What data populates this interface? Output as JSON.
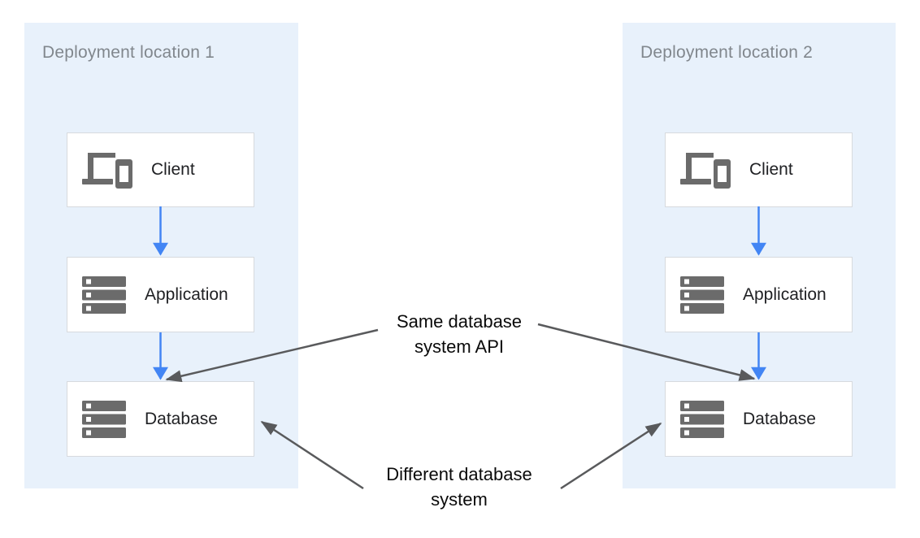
{
  "colors": {
    "panel_bg": "#e8f1fb",
    "panel_title": "#81878d",
    "box_border": "#d7dade",
    "box_bg": "#ffffff",
    "icon_gray": "#6b6b6b",
    "arrow_blue": "#4285f4",
    "arrow_gray": "#595a5c",
    "label_text": "#0a0a0a"
  },
  "panels": [
    {
      "title": "Deployment location 1",
      "nodes": [
        {
          "label": "Client",
          "icon": "devices-icon"
        },
        {
          "label": "Application",
          "icon": "storage-icon"
        },
        {
          "label": "Database",
          "icon": "storage-icon"
        }
      ]
    },
    {
      "title": "Deployment location 2",
      "nodes": [
        {
          "label": "Client",
          "icon": "devices-icon"
        },
        {
          "label": "Application",
          "icon": "storage-icon"
        },
        {
          "label": "Database",
          "icon": "storage-icon"
        }
      ]
    }
  ],
  "annotations": [
    {
      "lines": [
        "Same database",
        "system API"
      ]
    },
    {
      "lines": [
        "Different database",
        "system"
      ]
    }
  ]
}
